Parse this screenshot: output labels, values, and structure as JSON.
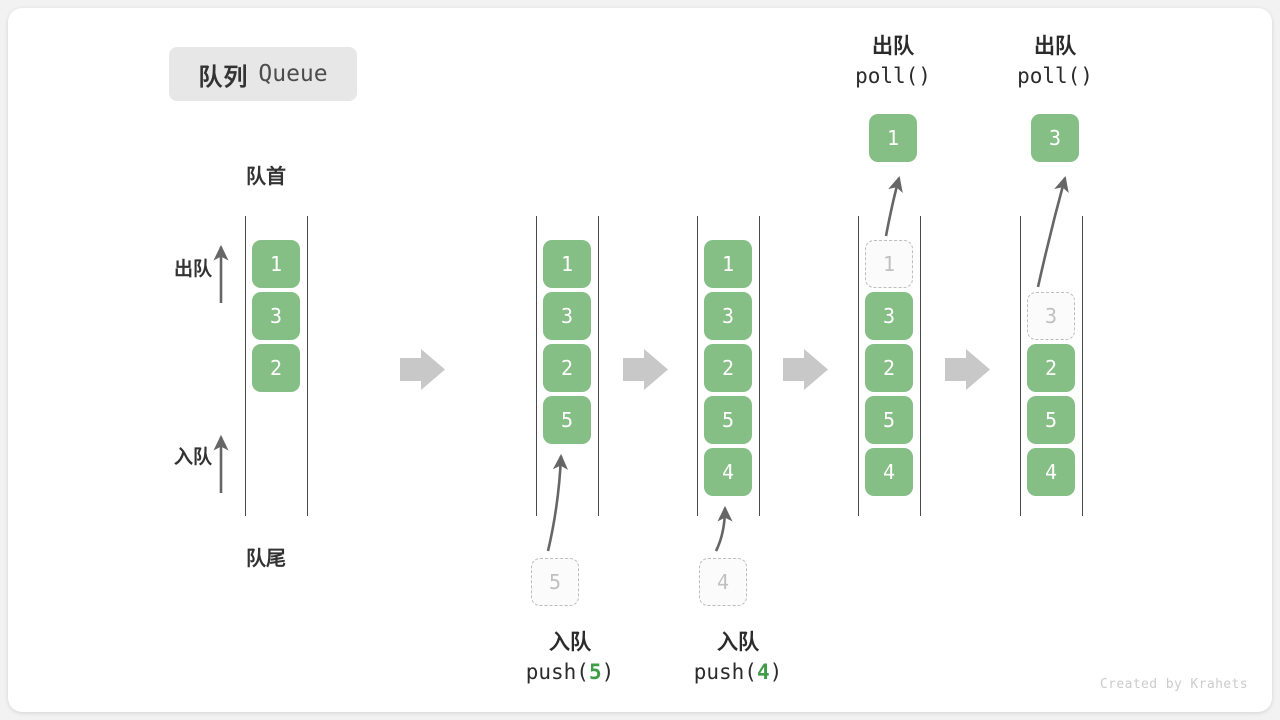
{
  "title": {
    "cn": "队列",
    "en": "Queue"
  },
  "labels": {
    "head": "队首",
    "tail": "队尾",
    "dequeue_side": "出队",
    "enqueue_side": "入队"
  },
  "credit": "Created by Krahets",
  "colors": {
    "cell_fill": "#86bf86",
    "cell_text": "#ffffff",
    "ghost_border": "#bdbdbd",
    "ghost_text": "#c0c0c0",
    "arrow": "#666666",
    "step_arrow": "#c8c8c8",
    "accent_number": "#3f9c48",
    "badge_bg": "#e7e7e7",
    "rail": "#4a4a4a",
    "card_bg": "#ffffff",
    "page_bg": "#f2f2f2"
  },
  "operations": [
    {
      "cn": "入队",
      "fn_prefix": "push(",
      "fn_arg": "5",
      "fn_suffix": ")"
    },
    {
      "cn": "入队",
      "fn_prefix": "push(",
      "fn_arg": "4",
      "fn_suffix": ")"
    },
    {
      "cn": "出队",
      "fn_prefix": "poll(",
      "fn_arg": "",
      "fn_suffix": ")"
    },
    {
      "cn": "出队",
      "fn_prefix": "poll(",
      "fn_arg": "",
      "fn_suffix": ")"
    }
  ],
  "columns": [
    {
      "name": "initial",
      "cells": [
        {
          "value": "1",
          "state": "solid"
        },
        {
          "value": "3",
          "state": "solid"
        },
        {
          "value": "2",
          "state": "solid"
        }
      ]
    },
    {
      "name": "after-push-5",
      "cells": [
        {
          "value": "1",
          "state": "solid"
        },
        {
          "value": "3",
          "state": "solid"
        },
        {
          "value": "2",
          "state": "solid"
        },
        {
          "value": "5",
          "state": "solid"
        }
      ]
    },
    {
      "name": "after-push-4",
      "cells": [
        {
          "value": "1",
          "state": "solid"
        },
        {
          "value": "3",
          "state": "solid"
        },
        {
          "value": "2",
          "state": "solid"
        },
        {
          "value": "5",
          "state": "solid"
        },
        {
          "value": "4",
          "state": "solid"
        }
      ]
    },
    {
      "name": "poll-1",
      "cells": [
        {
          "value": "1",
          "state": "ghost"
        },
        {
          "value": "3",
          "state": "solid"
        },
        {
          "value": "2",
          "state": "solid"
        },
        {
          "value": "5",
          "state": "solid"
        },
        {
          "value": "4",
          "state": "solid"
        }
      ]
    },
    {
      "name": "poll-3",
      "cells": [
        {
          "value": "",
          "state": "empty"
        },
        {
          "value": "3",
          "state": "ghost"
        },
        {
          "value": "2",
          "state": "solid"
        },
        {
          "value": "5",
          "state": "solid"
        },
        {
          "value": "4",
          "state": "solid"
        }
      ]
    }
  ],
  "pending_cells": [
    {
      "value": "5",
      "for_column": "after-push-5"
    },
    {
      "value": "4",
      "for_column": "after-push-4"
    }
  ],
  "output_cells": [
    {
      "value": "1",
      "from_column": "poll-1"
    },
    {
      "value": "3",
      "from_column": "poll-3"
    }
  ]
}
